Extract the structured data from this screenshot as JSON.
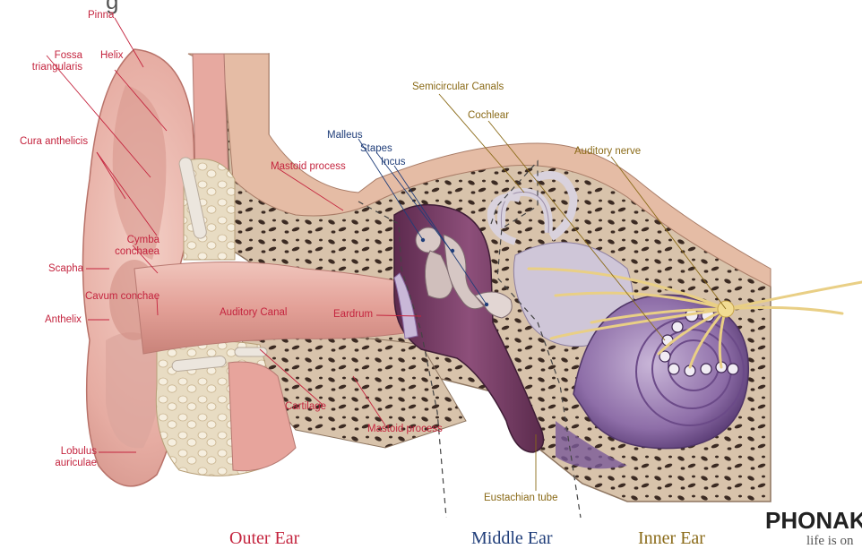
{
  "title_fragment": "g",
  "labels": {
    "pinna": "Pinna",
    "fossa": "Fossa\ntriangularis",
    "helix": "Helix",
    "cura": "Cura anthelicis",
    "cymba": "Cymba\nconchaea",
    "scapha": "Scapha",
    "cavum": "Cavum conchae",
    "anthelix": "Anthelix",
    "lobulus": "Lobulus\nauriculae",
    "auditory_canal": "Auditory Canal",
    "cartilage": "Cartilage",
    "mastoid_upper": "Mastoid process",
    "mastoid_lower": "Mastoid process",
    "eardrum": "Eardrum",
    "malleus": "Malleus",
    "stapes": "Stapes",
    "incus": "Incus",
    "semicircular": "Semicircular Canals",
    "cochlear": "Cochlear",
    "auditory_nerve": "Auditory nerve",
    "eustachian": "Eustachian tube"
  },
  "sections": {
    "outer": "Outer Ear",
    "middle": "Middle Ear",
    "inner": "Inner Ear"
  },
  "brand": {
    "logo": "PHONAK",
    "tagline": "life is on"
  },
  "colors": {
    "outer_label": "#c4243e",
    "middle_label": "#1f3d79",
    "inner_label": "#8a6a17",
    "skin": "#e8b1a8",
    "bone": "#dcc8b4",
    "cavity": "#7d3f68",
    "cochlea": "#9a7fb0",
    "nerve": "#e8cd86"
  }
}
